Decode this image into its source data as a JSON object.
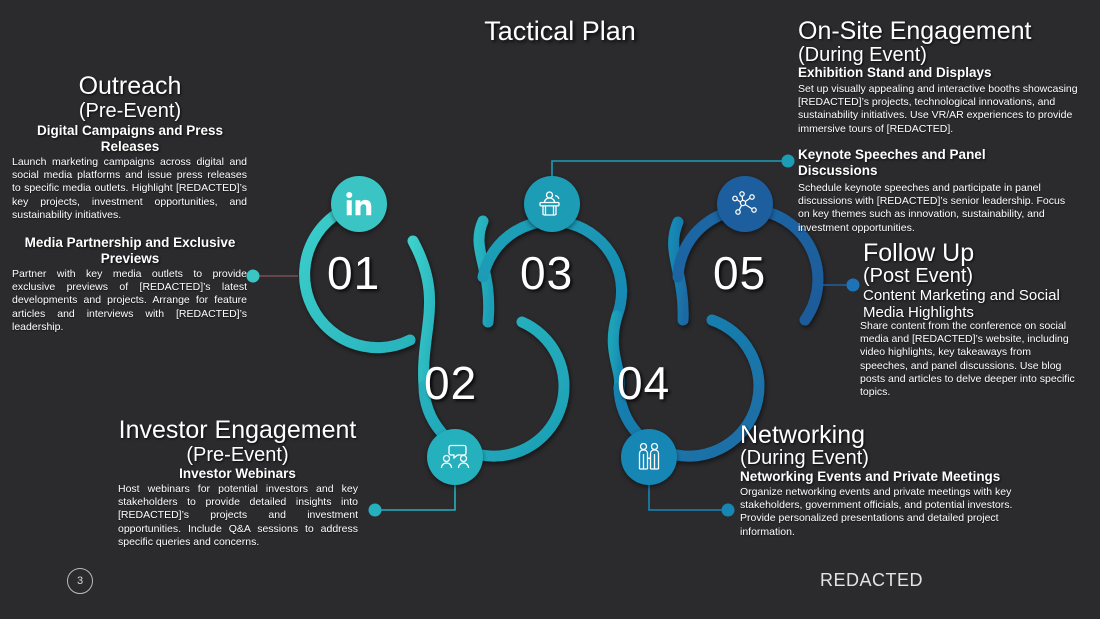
{
  "slide": {
    "title": "Tactical Plan",
    "page_number": "3",
    "brand": "REDACTED",
    "background": "#2b2b2e"
  },
  "colors": {
    "teal_light": "#3bc4c4",
    "teal": "#25b0bd",
    "teal_deep": "#1c9cb5",
    "blue_mid": "#1686b5",
    "blue": "#1a73a8",
    "blue_dark": "#1d5f9e",
    "text": "#ffffff"
  },
  "steps": [
    {
      "number": "01",
      "icon": "linkedin-icon",
      "color": "#3bc4c4",
      "heading": "Outreach",
      "subheading": "(Pre-Event)",
      "sections": [
        {
          "title": "Digital Campaigns and Press Releases",
          "body": "Launch marketing campaigns across digital and social media platforms and issue press releases to specific media outlets. Highlight [REDACTED]’s key projects, investment opportunities, and sustainability initiatives."
        },
        {
          "title": "Media Partnership and Exclusive Previews",
          "body": "Partner with key media outlets to provide exclusive previews of [REDACTED]’s latest developments and projects. Arrange for feature articles and interviews with [REDACTED]’s leadership."
        }
      ]
    },
    {
      "number": "02",
      "icon": "meeting-people-icon",
      "color": "#25b0bd",
      "heading": "Investor Engagement",
      "subheading": "(Pre-Event)",
      "sections": [
        {
          "title": "Investor Webinars",
          "body": "Host webinars for potential investors and key stakeholders to provide detailed insights into [REDACTED]’s projects and investment opportunities. Include Q&A sessions to address specific queries and concerns."
        }
      ]
    },
    {
      "number": "03",
      "icon": "podium-speaker-icon",
      "color": "#1c9cb5",
      "heading": "On-Site Engagement",
      "subheading": "(During Event)",
      "sections": [
        {
          "title": "Exhibition Stand and Displays",
          "body": "Set up visually appealing and interactive booths showcasing [REDACTED]’s projects, technological innovations, and sustainability initiatives. Use VR/AR experiences to provide immersive tours of [REDACTED]."
        },
        {
          "title": "Keynote Speeches and Panel Discussions",
          "body": "Schedule keynote speeches and participate in panel discussions with [REDACTED]’s senior leadership. Focus on key themes such as innovation, sustainability, and investment opportunities."
        }
      ]
    },
    {
      "number": "04",
      "icon": "handshake-people-icon",
      "color": "#1686b5",
      "heading": "Networking",
      "subheading": "(During Event)",
      "sections": [
        {
          "title": "Networking Events and Private Meetings",
          "body": "Organize networking events and private meetings with key stakeholders, government officials, and potential investors. Provide personalized presentations and detailed project information."
        }
      ]
    },
    {
      "number": "05",
      "icon": "network-nodes-icon",
      "color": "#1d5f9e",
      "heading": "Follow Up",
      "subheading": "(Post Event)",
      "sections": [
        {
          "title": "Content Marketing and Social Media Highlights",
          "body": "Share content from the conference on social media and [REDACTED]’s website, including video highlights, key takeaways from speeches, and panel discussions. Use blog posts and articles to delve deeper into specific topics."
        }
      ]
    }
  ]
}
